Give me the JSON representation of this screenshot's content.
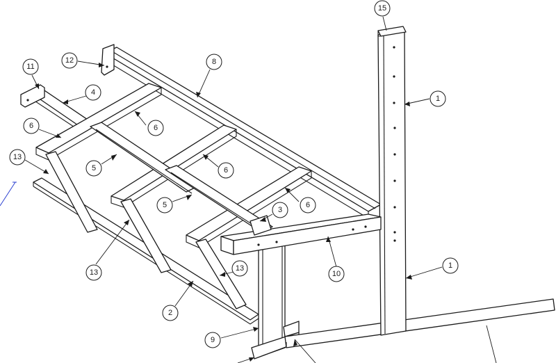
{
  "balloons": [
    {
      "id": "b15",
      "label": "15"
    },
    {
      "id": "b12",
      "label": "12"
    },
    {
      "id": "b8",
      "label": "8"
    },
    {
      "id": "b11",
      "label": "11"
    },
    {
      "id": "b4",
      "label": "4"
    },
    {
      "id": "b1a",
      "label": "1"
    },
    {
      "id": "b6a",
      "label": "6"
    },
    {
      "id": "b6b",
      "label": "6"
    },
    {
      "id": "b13a",
      "label": "13"
    },
    {
      "id": "b5a",
      "label": "5"
    },
    {
      "id": "b6c",
      "label": "6"
    },
    {
      "id": "b5b",
      "label": "5"
    },
    {
      "id": "b6d",
      "label": "6"
    },
    {
      "id": "b3",
      "label": "3"
    },
    {
      "id": "b1b",
      "label": "1"
    },
    {
      "id": "b13b",
      "label": "13"
    },
    {
      "id": "b10",
      "label": "10"
    },
    {
      "id": "b13c",
      "label": "13"
    },
    {
      "id": "b2",
      "label": "2"
    },
    {
      "id": "b9",
      "label": "9"
    }
  ],
  "colors": {
    "line": "#1a1a1a",
    "accent": "#2a3fd0",
    "background": "#ffffff"
  }
}
